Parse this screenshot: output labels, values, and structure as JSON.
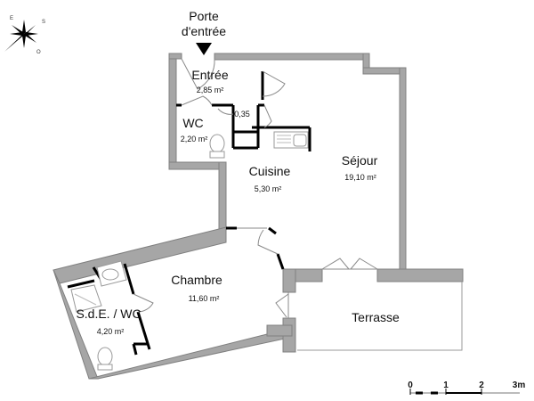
{
  "entrance": {
    "line1": "Porte",
    "line2": "d'entrée"
  },
  "compass": {
    "labels": [
      "E",
      "S",
      "O"
    ],
    "icon": "compass-rose-icon"
  },
  "rooms": [
    {
      "id": "entree",
      "name": "Entrée",
      "area": "2,85 m²"
    },
    {
      "id": "wc",
      "name": "WC",
      "area": "2,20 m²"
    },
    {
      "id": "placard",
      "name": "",
      "area": "0,35"
    },
    {
      "id": "cuisine",
      "name": "Cuisine",
      "area": "5,30 m²"
    },
    {
      "id": "sejour",
      "name": "Séjour",
      "area": "19,10 m²"
    },
    {
      "id": "chambre",
      "name": "Chambre",
      "area": "11,60 m²"
    },
    {
      "id": "sde",
      "name": "S.d.E. / WC",
      "area": "4,20 m²"
    },
    {
      "id": "terrasse",
      "name": "Terrasse",
      "area": ""
    }
  ],
  "scale": {
    "ticks": [
      "0",
      "1",
      "2",
      "3m"
    ]
  },
  "colors": {
    "wall": "#a6a6a6",
    "partition": "#000000",
    "background": "#ffffff"
  }
}
